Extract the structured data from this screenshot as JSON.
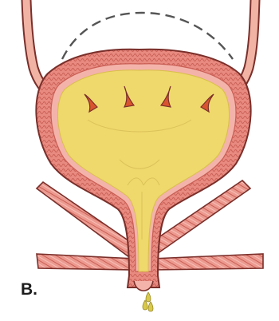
{
  "figure": {
    "panel_label": "B.",
    "palette": {
      "urine": "#efd86c",
      "urine_light": "#f5e6a0",
      "muscle": "#e88a80",
      "muscle_dark": "#c95f55",
      "muscle_light": "#f4b3aa",
      "outline": "#7a2f2a",
      "arrow": "#d8542f",
      "dashed_line": "#555555",
      "droplet": "#d9c94a"
    },
    "parts": [
      "left-ureter",
      "right-ureter",
      "bladder-wall",
      "bladder-urine",
      "contraction-arrows",
      "expanded-outline",
      "urethra",
      "pelvic-floor-muscles",
      "urine-droplets"
    ]
  }
}
